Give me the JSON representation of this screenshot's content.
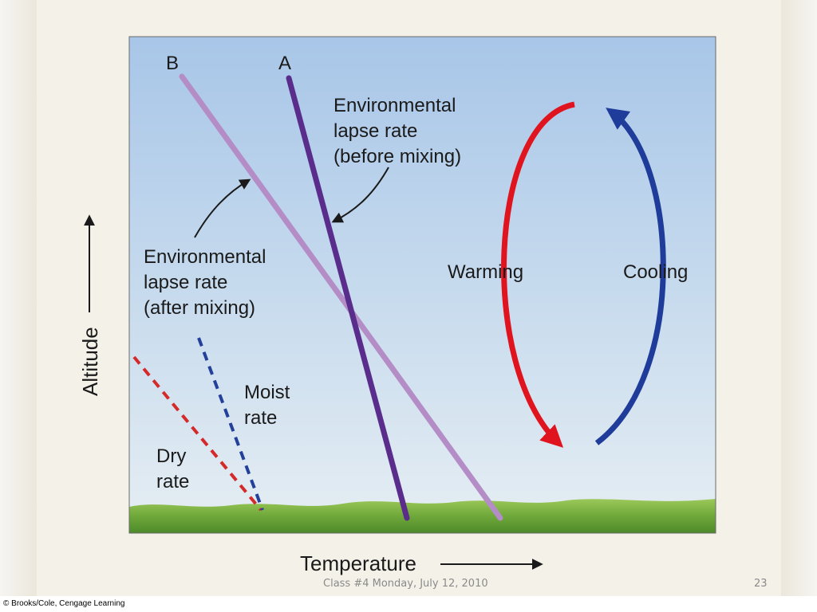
{
  "labels": {
    "line_b": "B",
    "line_a": "A",
    "env_before": [
      "Environmental",
      "lapse rate",
      "(before mixing)"
    ],
    "env_after": [
      "Environmental",
      "lapse rate",
      "(after mixing)"
    ],
    "moist": [
      "Moist",
      "rate"
    ],
    "dry": [
      "Dry",
      "rate"
    ],
    "warming": "Warming",
    "cooling": "Cooling",
    "x_axis": "Temperature",
    "y_axis": "Altitude"
  },
  "colors": {
    "line_a": "#5a2d8c",
    "line_b": "#b48cc6",
    "warming": "#e0141e",
    "cooling": "#1f3c9a",
    "dry": "#d42a2a",
    "moist": "#23409a"
  },
  "footer": {
    "center": "Class #4 Monday, July 12, 2010",
    "slide_number": "23"
  },
  "copyright": "© Brooks/Cole, Cengage Learning"
}
